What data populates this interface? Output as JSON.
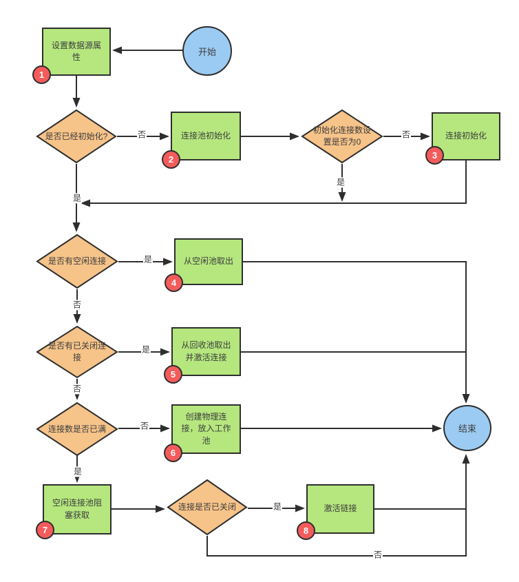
{
  "colors": {
    "process": "#b5e77e",
    "decision": "#f6c389",
    "terminal": "#9bcbf2",
    "badge": "#f45b5b",
    "line": "#2e2e2e",
    "text": "#3c3c3c",
    "bg": "#ffffff"
  },
  "nodes": {
    "start": {
      "label": "开始"
    },
    "set_props": {
      "label": "设置数据源属性",
      "badge": "1"
    },
    "is_initialized": {
      "label": "是否已经初始化?"
    },
    "pool_init": {
      "label": "连接池初始化",
      "badge": "2"
    },
    "init_count_zero": {
      "label": "初始化连接数设置是否为0"
    },
    "conn_init": {
      "label": "连接初始化",
      "badge": "3"
    },
    "has_idle": {
      "label": "是否有空闲连接"
    },
    "take_idle": {
      "label": "从空闲池取出",
      "badge": "4"
    },
    "has_closed": {
      "label": "是否有已关闭连接"
    },
    "take_recycle": {
      "label": "从回收池取出并激活连接",
      "badge": "5"
    },
    "conn_full": {
      "label": "连接数是否已满"
    },
    "create_physical": {
      "label": "创建物理连接，放入工作池",
      "badge": "6"
    },
    "idle_block": {
      "label": "空闲连接池阻塞获取",
      "badge": "7"
    },
    "conn_closed": {
      "label": "连接是否已关闭"
    },
    "activate": {
      "label": "激活链接",
      "badge": "8"
    },
    "end": {
      "label": "结束"
    }
  },
  "edge_labels": {
    "d1_no": "否",
    "d2_no": "否",
    "d2_yes": "是",
    "merge_yes": "是",
    "d3_yes": "是",
    "d3_no": "否",
    "d4_yes": "是",
    "d4_no": "否",
    "d5_no": "否",
    "d5_yes": "是",
    "d6_yes": "是",
    "d6_no": "否"
  }
}
